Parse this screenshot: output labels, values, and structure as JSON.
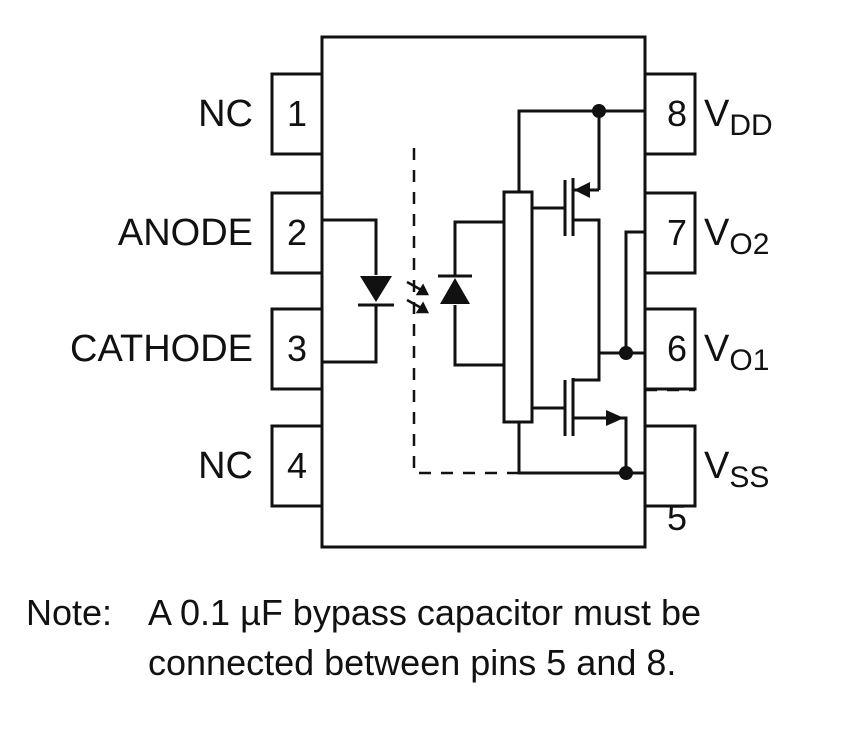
{
  "pins": {
    "p1": {
      "num": "1",
      "label": "NC"
    },
    "p2": {
      "num": "2",
      "label": "ANODE"
    },
    "p3": {
      "num": "3",
      "label": "CATHODE"
    },
    "p4": {
      "num": "4",
      "label": "NC"
    },
    "p5": {
      "num": "5",
      "label": "V",
      "sub": "SS"
    },
    "p6": {
      "num": "6",
      "label": "V",
      "sub": "O1"
    },
    "p7": {
      "num": "7",
      "label": "V",
      "sub": "O2"
    },
    "p8": {
      "num": "8",
      "label": "V",
      "sub": "DD"
    }
  },
  "note": {
    "label": "Note:",
    "line1": "A 0.1 µF bypass capacitor must be",
    "line2": "connected between pins 5 and 8."
  },
  "colors": {
    "ink": "#111111",
    "background": "#ffffff"
  }
}
